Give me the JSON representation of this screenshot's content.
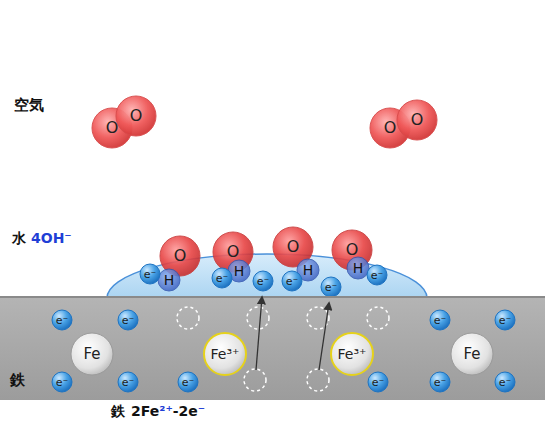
{
  "diagram": {
    "nodes": [
      {
        "text": [
          "O"
        ]
      },
      {
        "text": [
          "O"
        ]
      },
      {
        "text": [
          "O"
        ]
      },
      {
        "text": [
          "O"
        ]
      },
      {
        "text": [
          "O"
        ]
      },
      {
        "text": [
          "H"
        ]
      },
      {
        "text": [
          "O"
        ]
      },
      {
        "text": [
          "H"
        ]
      },
      {
        "text": [
          "O"
        ]
      },
      {
        "text": [
          "H"
        ]
      },
      {
        "text": [
          "O"
        ]
      },
      {
        "text": [
          "H"
        ]
      },
      {
        "text": [
          "e⁻"
        ]
      },
      {
        "text": [
          "e⁻"
        ]
      },
      {
        "text": [
          "e⁻"
        ]
      },
      {
        "text": [
          "e⁻"
        ]
      },
      {
        "text": [
          "e⁻"
        ]
      },
      {
        "text": [
          "e⁻"
        ]
      },
      {
        "text": [
          "鉄"
        ]
      },
      {
        "text": [
          "Fe"
        ],
        "in": 18
      },
      {
        "text": [
          "Fe³⁺"
        ],
        "in": 18
      },
      {
        "text": [
          "Fe³⁺"
        ],
        "in": 18
      },
      {
        "text": [
          "Fe"
        ],
        "in": 18
      },
      {
        "text": [
          "e⁻"
        ],
        "in": 18
      },
      {
        "text": [
          "e⁻"
        ],
        "in": 18
      },
      {
        "text": [
          "e⁻"
        ],
        "in": 18
      },
      {
        "text": [
          "e⁻"
        ],
        "in": 18
      },
      {
        "text": [
          "e⁻"
        ],
        "in": 18
      },
      {
        "text": [
          "e⁻"
        ],
        "in": 18
      },
      {
        "text": [
          "e⁻"
        ],
        "in": 18
      },
      {
        "text": [
          "e⁻"
        ],
        "in": 18
      },
      {
        "text": [
          "e⁻"
        ],
        "in": 18
      },
      {
        "text": [
          "e⁻"
        ],
        "in": 18
      }
    ],
    "labels": [
      "空気",
      "水",
      "4OH⁻",
      "鉄",
      "2Fe²⁺-2e⁻"
    ]
  }
}
